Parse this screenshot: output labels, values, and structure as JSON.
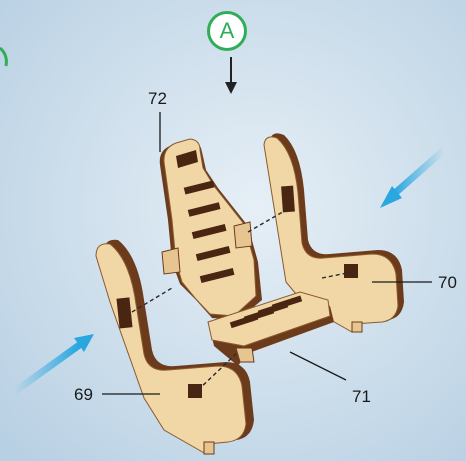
{
  "badge": {
    "letter": "A"
  },
  "labels": {
    "p72": "72",
    "p70": "70",
    "p69": "69",
    "p71": "71"
  },
  "colors": {
    "background": "#c7dbe9",
    "wood_face": "#f1d6a6",
    "wood_edge": "#6b3b1c",
    "slot": "#4a2612",
    "badge_green": "#2fae5a",
    "arrow_blue": "#2aa7e0"
  },
  "icons": [
    "direction-arrow-icon",
    "assembly-arrow-icon"
  ]
}
